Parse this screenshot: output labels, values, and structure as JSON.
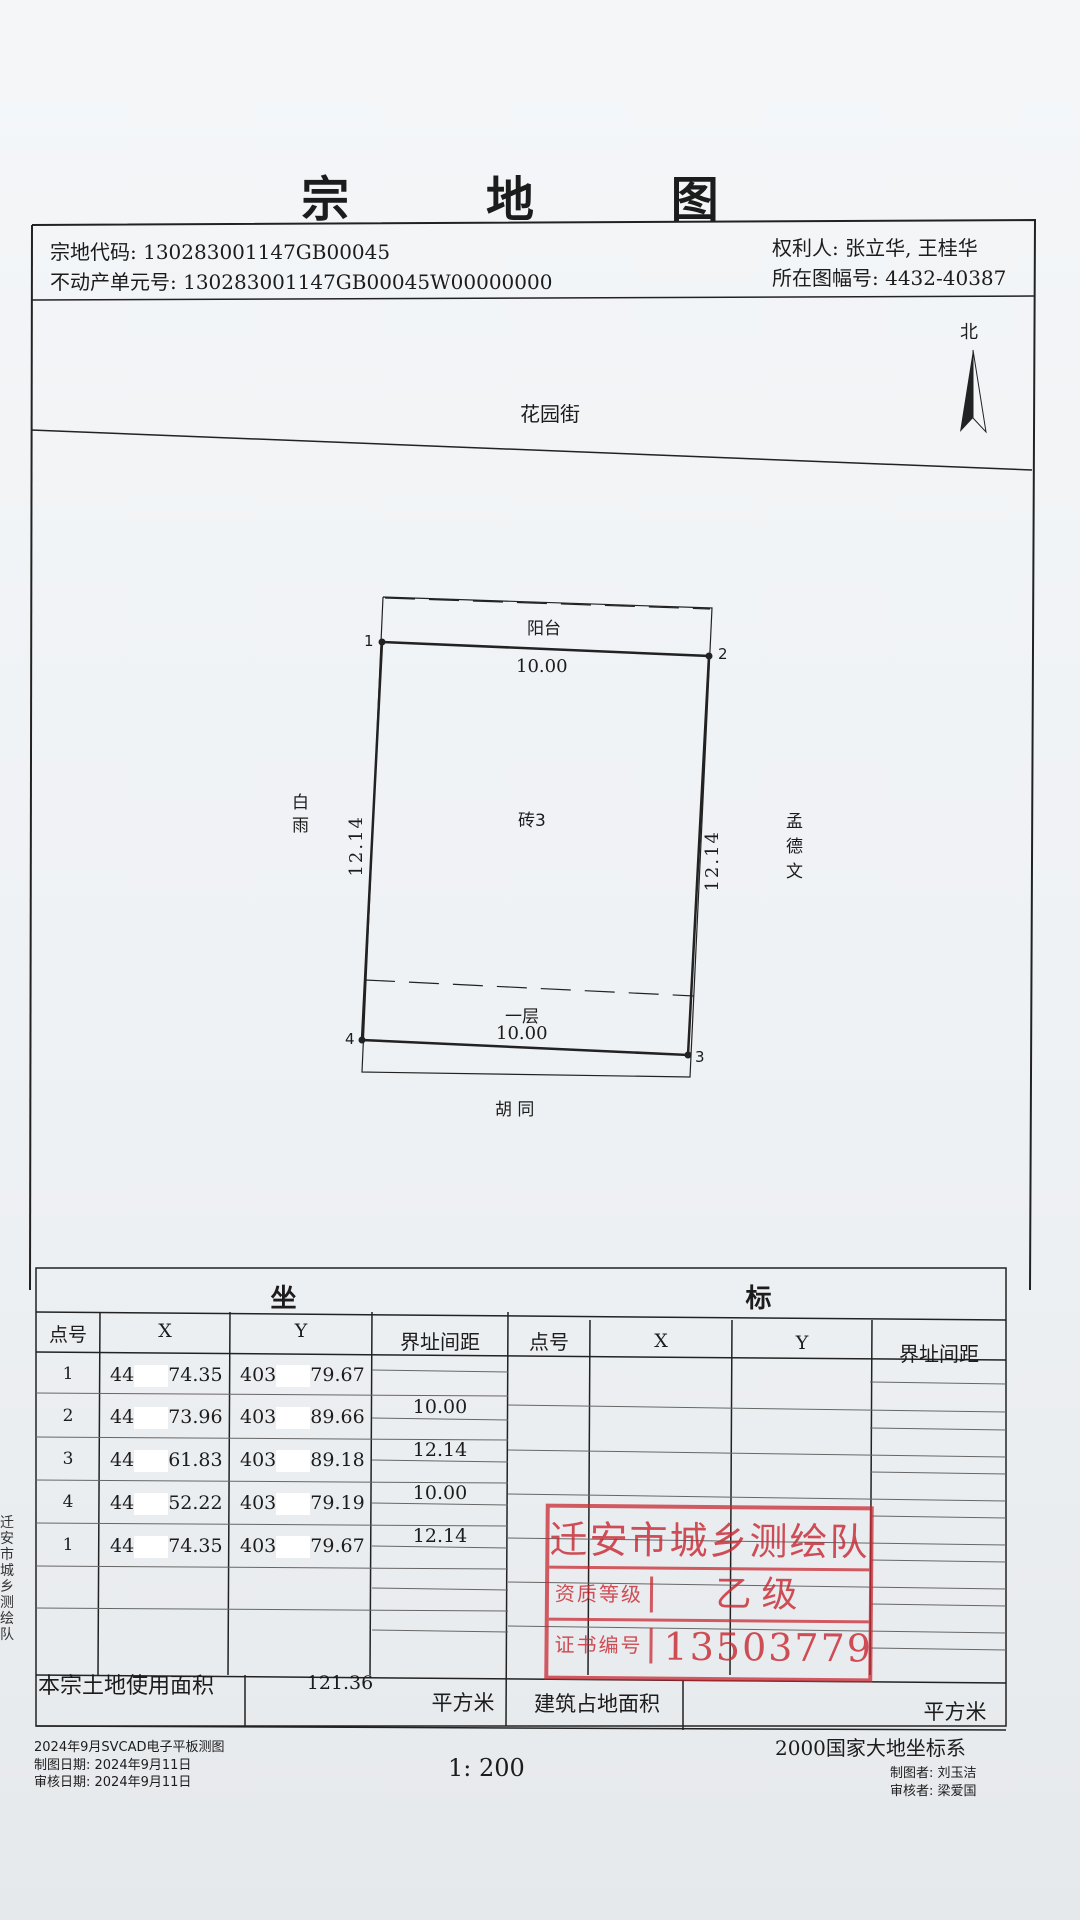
{
  "document": {
    "title": "宗 地 图",
    "parcel_code": "宗地代码: 130283001147GB00045",
    "unit_number": "不动产单元号: 130283001147GB00045W00000000",
    "owner": "权利人: 张立华, 王桂华",
    "map_sheet": "所在图幅号: 4432-40387"
  },
  "map": {
    "north_label": "北",
    "street_top": "花园街",
    "balcony": "阳台",
    "top_edge": "10.00",
    "bottom_edge": "10.00",
    "left_edge": "12.14",
    "right_edge": "12.14",
    "structure": "砖3",
    "floor": "一层",
    "west_neighbor": "白雨",
    "east_neighbor": "孟德文",
    "south_label": "胡 同",
    "points": [
      "1",
      "2",
      "3",
      "4"
    ]
  },
  "coords": {
    "title": "坐 标",
    "headers": [
      "点号",
      "X",
      "Y",
      "界址间距",
      "点号",
      "X",
      "Y",
      "界址间距"
    ],
    "rows": [
      {
        "pt": "1",
        "x_pre": "44",
        "x_suf": "74.35",
        "y_pre": "403",
        "y_suf": "79.67"
      },
      {
        "pt": "2",
        "x_pre": "44",
        "x_suf": "73.96",
        "y_pre": "403",
        "y_suf": "89.66"
      },
      {
        "pt": "3",
        "x_pre": "44",
        "x_suf": "61.83",
        "y_pre": "403",
        "y_suf": "89.18"
      },
      {
        "pt": "4",
        "x_pre": "44",
        "x_suf": "52.22",
        "y_pre": "403",
        "y_suf": "79.19"
      },
      {
        "pt": "1",
        "x_pre": "44",
        "x_suf": "74.35",
        "y_pre": "403",
        "y_suf": "79.67"
      }
    ],
    "distances": [
      "10.00",
      "12.14",
      "10.00",
      "12.14"
    ],
    "area_label": "本宗土地使用面积",
    "area_value": "121.36",
    "area_unit": "平方米",
    "building_label": "建筑占地面积",
    "building_unit": "平方米"
  },
  "stamp": {
    "title": "迁安市城乡测绘队",
    "grade_label": "资质等级",
    "grade_value": "乙级",
    "cert_label": "证书编号",
    "cert_value": "13503779"
  },
  "footer": {
    "survey_method": "2024年9月SVCAD电子平板测图",
    "draw_date": "制图日期: 2024年9月11日",
    "check_date": "审核日期: 2024年9月11日",
    "scale": "1: 200",
    "coordinate_system": "2000国家大地坐标系",
    "drawer": "制图者: 刘玉洁",
    "checker": "审核者: 梁爱国"
  },
  "side_stamp": "迁安市城乡测绘队"
}
